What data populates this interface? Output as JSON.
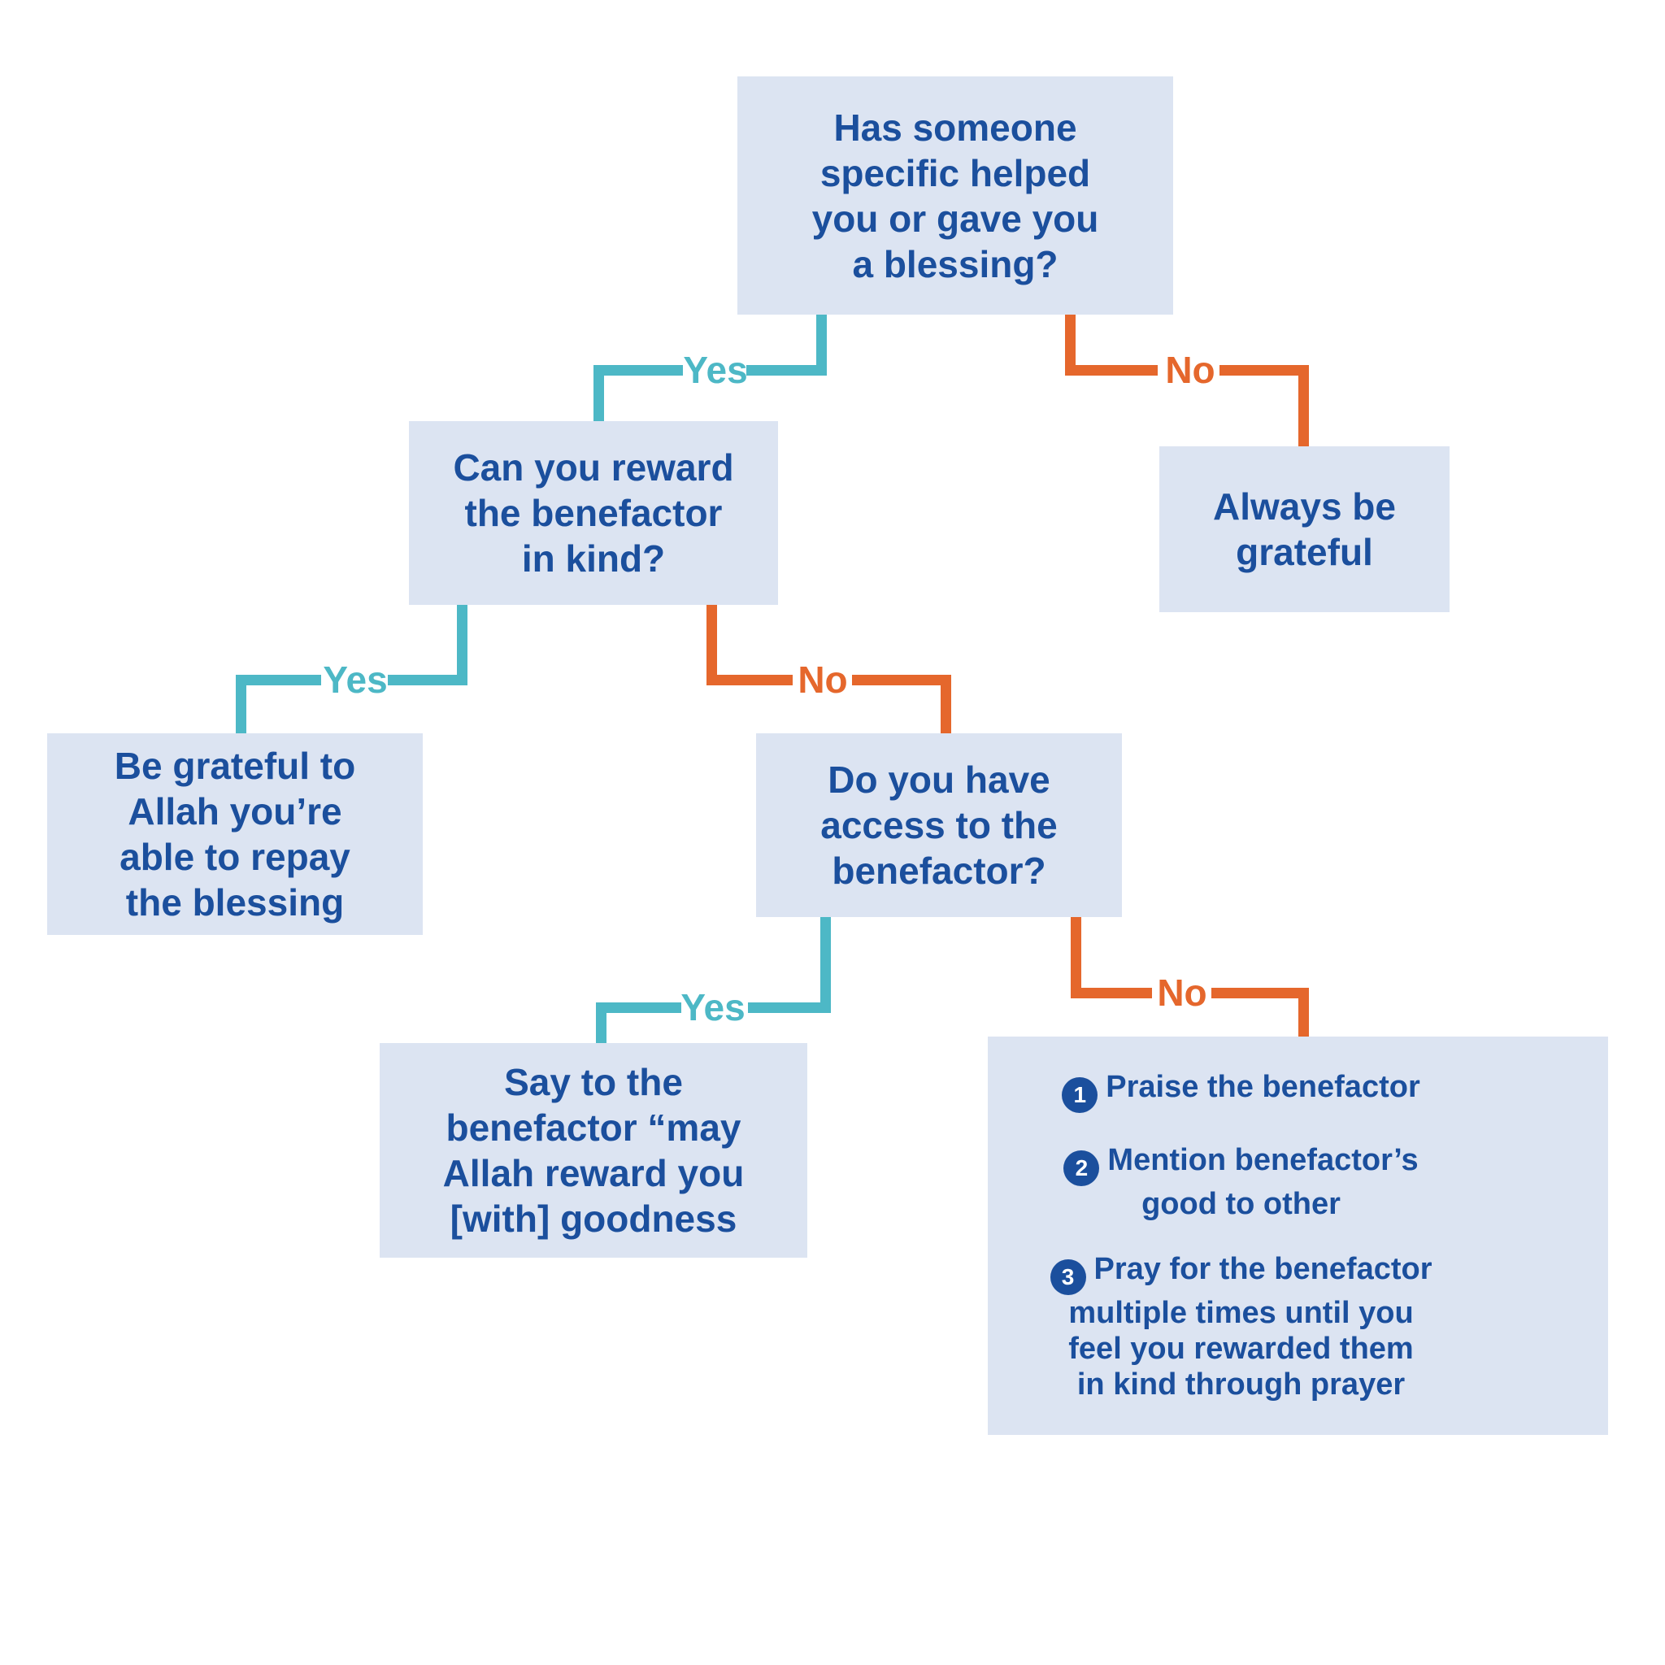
{
  "palette": {
    "box_fill": "#dce4f2",
    "text_blue": "#1b4f9d",
    "yes_teal": "#4db8c6",
    "no_orange": "#e5672c",
    "background": "#ffffff"
  },
  "labels": {
    "yes": "Yes",
    "no": "No"
  },
  "nodes": {
    "root_question": {
      "text": "Has someone\nspecific helped\nyou or gave you\na blessing?"
    },
    "reward_question": {
      "text": "Can you reward\nthe benefactor\nin kind?"
    },
    "always_grateful": {
      "text": "Always be\ngrateful"
    },
    "grateful_allah": {
      "text": "Be grateful to\nAllah you’re\nable to repay\nthe blessing"
    },
    "access_question": {
      "text": "Do you have\naccess to the\nbenefactor?"
    },
    "say_reward": {
      "text": "Say to the\nbenefactor “may\nAllah reward you\n[with] goodness"
    },
    "no_access_steps": {
      "items": [
        {
          "num": "1",
          "text": "Praise the benefactor"
        },
        {
          "num": "2",
          "text": "Mention benefactor’s\ngood to other"
        },
        {
          "num": "3",
          "text": "Pray for the benefactor\nmultiple times until you\nfeel you rewarded them\nin kind through prayer"
        }
      ]
    }
  }
}
